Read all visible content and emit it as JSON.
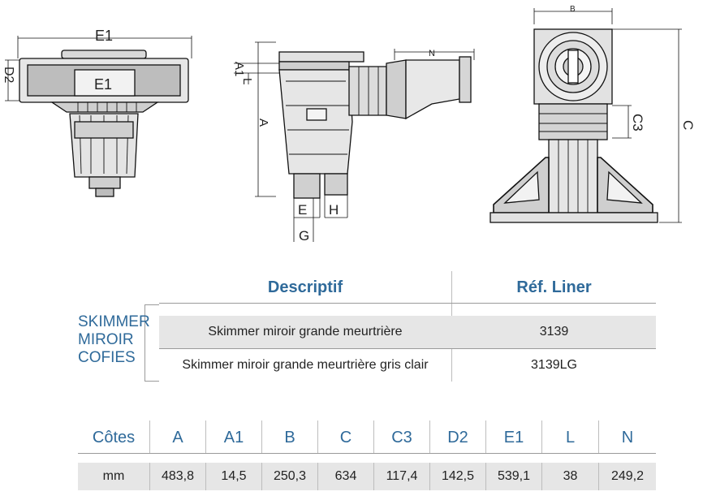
{
  "drawing_labels": {
    "front": {
      "e1_top": "E1",
      "e1_box": "E1",
      "d2": "D2"
    },
    "side": {
      "a1": "A1",
      "l": "L",
      "a": "A",
      "n": "N",
      "e": "E",
      "h": "H",
      "g": "G"
    },
    "top_view": {
      "b": "B",
      "c3": "C3",
      "c": "C"
    }
  },
  "product_table": {
    "family": [
      "SKIMMER",
      "MIROIR",
      "COFIES"
    ],
    "headers": {
      "description": "Descriptif",
      "reference": "Réf. Liner"
    },
    "rows": [
      {
        "description": "Skimmer miroir grande meurtrière",
        "reference": "3139"
      },
      {
        "description": "Skimmer miroir grande meurtrière gris clair",
        "reference": "3139LG"
      }
    ]
  },
  "dimensions_table": {
    "header_label": "Côtes",
    "unit_label": "mm",
    "columns": [
      "A",
      "A1",
      "B",
      "C",
      "C3",
      "D2",
      "E1",
      "L",
      "N"
    ],
    "values": [
      "483,8",
      "14,5",
      "250,3",
      "634",
      "117,4",
      "142,5",
      "539,1",
      "38",
      "249,2"
    ]
  },
  "colors": {
    "accent": "#2f6a9a",
    "row_shade": "#e6e6e6",
    "line": "#9a9a9a"
  }
}
